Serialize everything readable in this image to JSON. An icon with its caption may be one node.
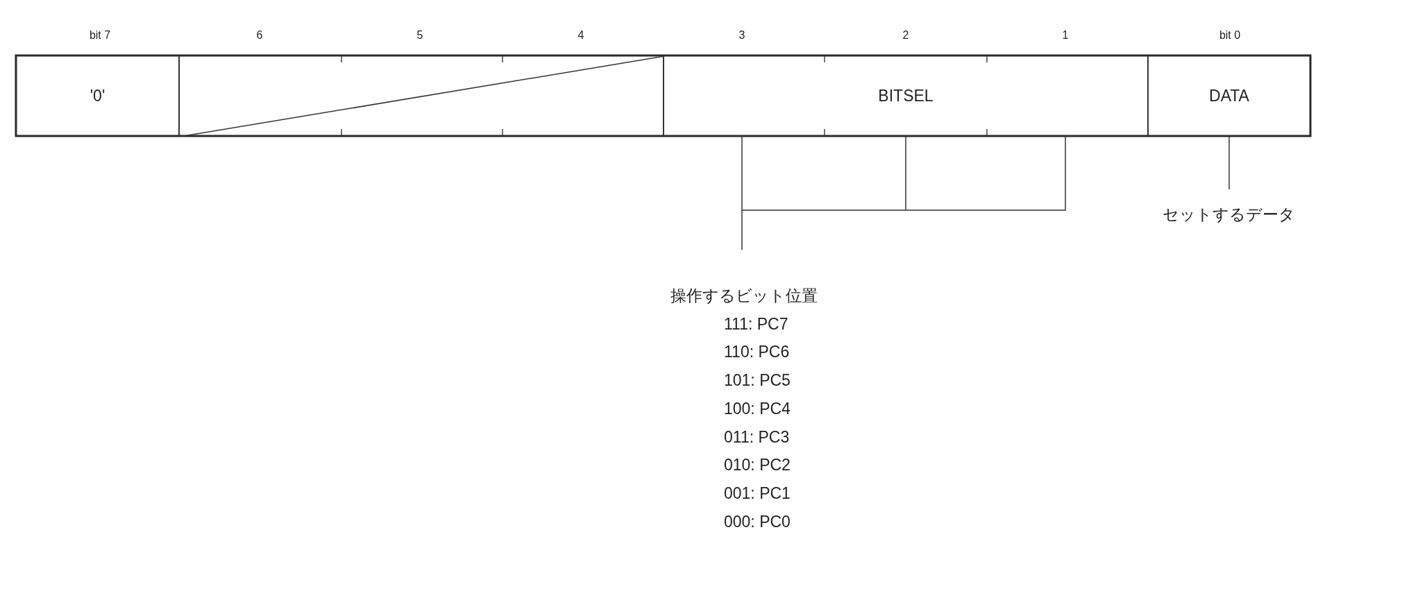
{
  "diagram": {
    "nodes": [
      {
        "text": [
          "'0'"
        ]
      },
      {
        "text": [],
        "shape": "box"
      },
      {
        "text": [
          "BITSEL"
        ]
      },
      {
        "text": [
          "DATA"
        ]
      },
      {
        "text": [
          "操作するビット位置",
          "111: PC7",
          "110: PC6",
          "101: PC5",
          "100: PC4",
          "011: PC3",
          "010: PC2",
          "001: PC1",
          "000: PC0"
        ]
      },
      {
        "text": [
          "セットするデータ"
        ]
      }
    ],
    "edges": [
      {
        "from": 2,
        "to": 4,
        "arrow": "none"
      },
      {
        "from": 3,
        "to": 5,
        "arrow": "none"
      }
    ],
    "labels": [
      "bit 7",
      "6",
      "5",
      "4",
      "3",
      "2",
      "1",
      "bit 0"
    ]
  }
}
